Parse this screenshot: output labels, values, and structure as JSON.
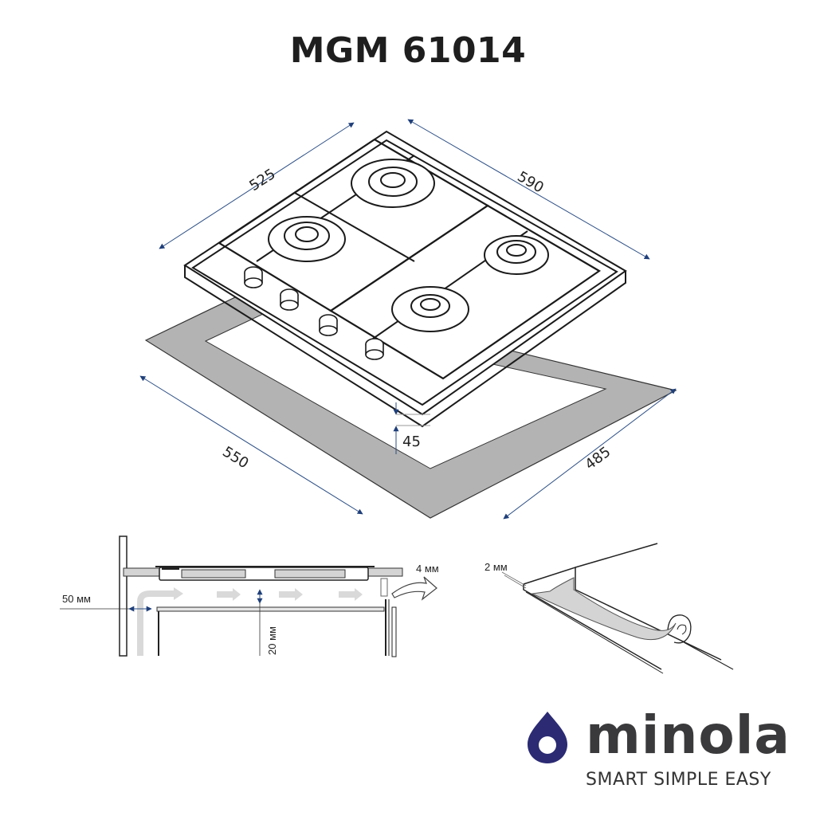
{
  "title": "MGM 61014",
  "top_drawing": {
    "dimensions": {
      "depth": "525",
      "width": "590",
      "cutout_width": "550",
      "cutout_depth": "485",
      "height": "45"
    }
  },
  "side_section": {
    "labels": {
      "wall_gap": "50 мм",
      "air_gap": "20 мм",
      "vent_gap": "4 мм"
    }
  },
  "seal_detail": {
    "labels": {
      "seal_thickness": "2 мм"
    }
  },
  "brand": {
    "name": "minola",
    "tagline": "SMART SIMPLE EASY",
    "logo_color": "#2b2a73",
    "text_color": "#3a3a3c"
  },
  "colors": {
    "dimension_line": "#2d4f86",
    "cutout_fill": "#b3b3b3",
    "airflow_arrow": "#d9d9d9"
  }
}
